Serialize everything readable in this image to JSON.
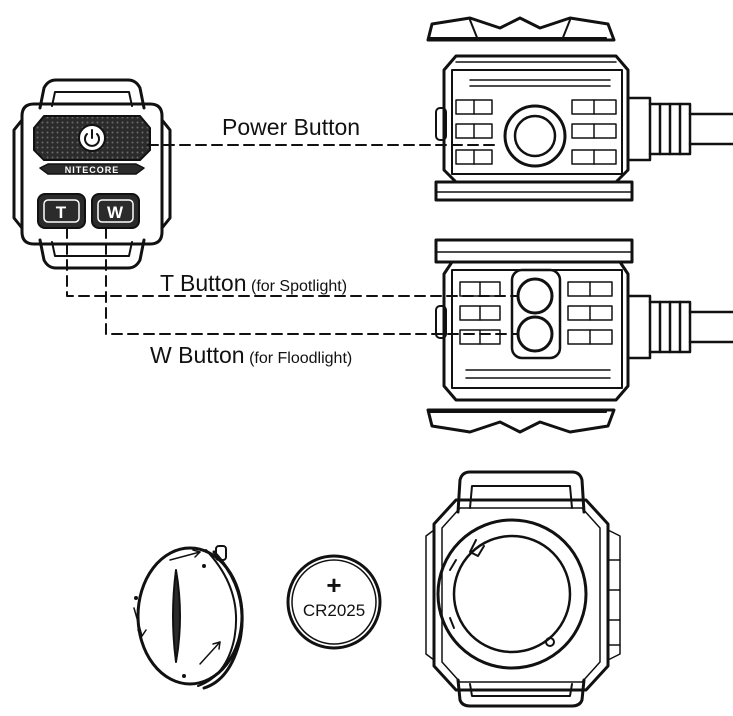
{
  "remote": {
    "brand": "NITECORE",
    "t_key": "T",
    "w_key": "W"
  },
  "labels": {
    "power_button": "Power Button",
    "t_button": "T Button",
    "t_button_note": "(for Spotlight)",
    "w_button": "W Button",
    "w_button_note": "(for Floodlight)"
  },
  "battery": {
    "symbol": "+",
    "model": "CR2025"
  },
  "colors": {
    "line": "#111111",
    "panel": "#2b2b2b",
    "fill": "#ffffff"
  }
}
